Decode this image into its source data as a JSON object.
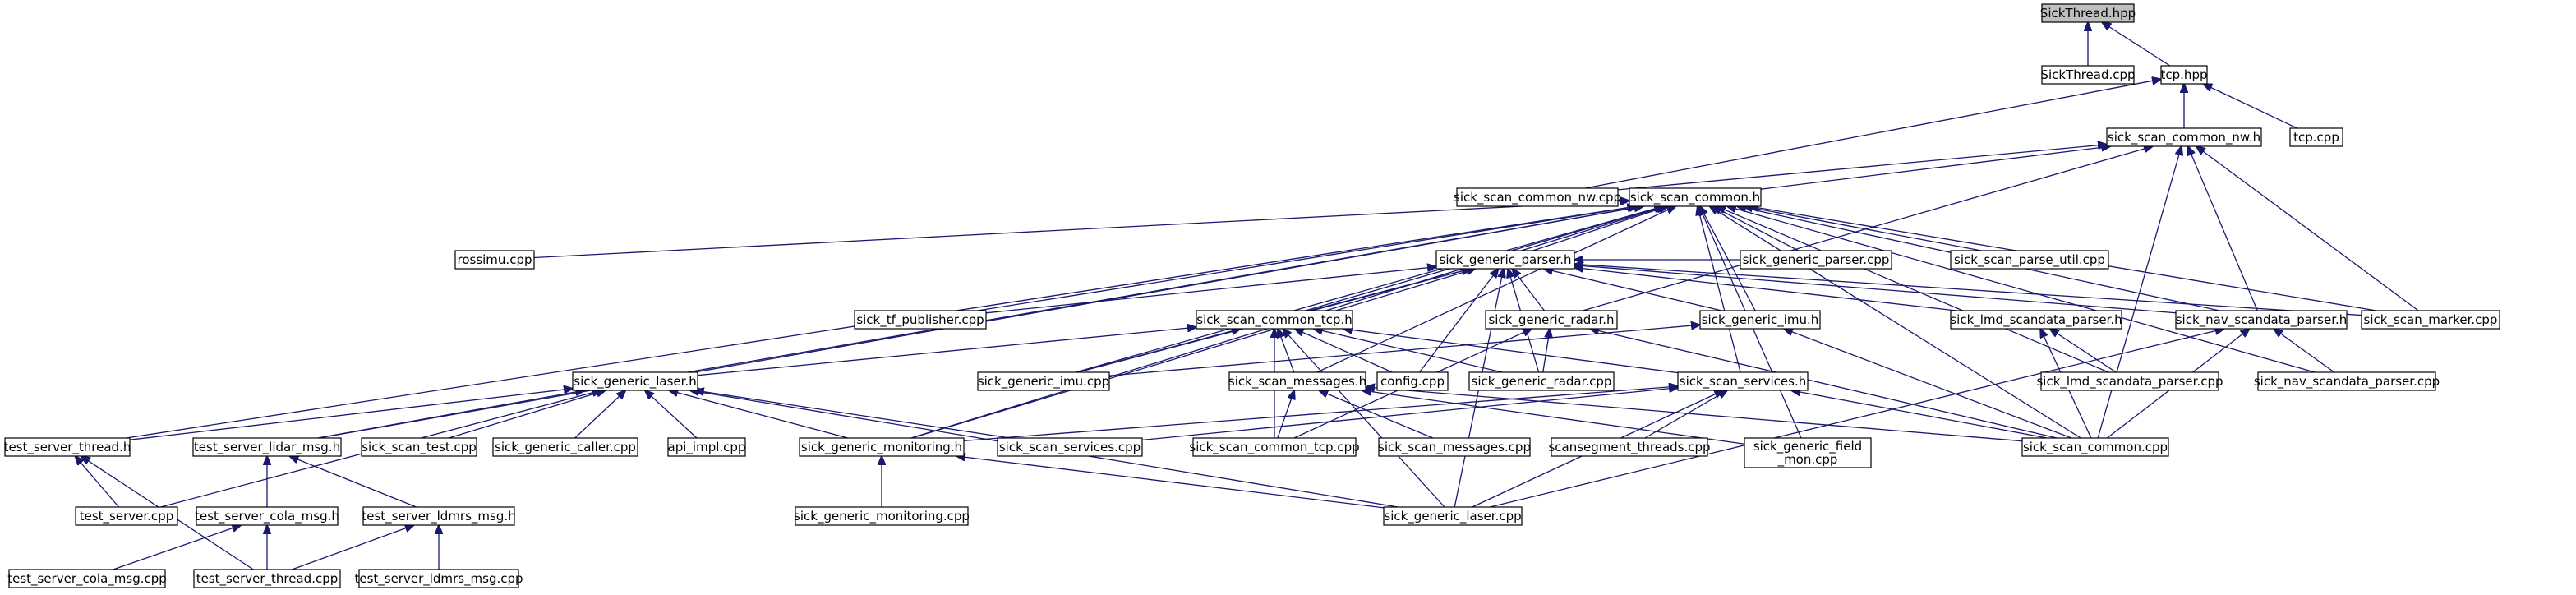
{
  "diagram": {
    "title": "",
    "nodes": [
      {
        "id": "sickthread_hpp",
        "label": "SickThread.hpp",
        "root": true
      },
      {
        "id": "sickthread_cpp",
        "label": "SickThread.cpp"
      },
      {
        "id": "tcp_hpp",
        "label": "tcp.hpp"
      },
      {
        "id": "sick_scan_common_nw_h",
        "label": "sick_scan_common_nw.h"
      },
      {
        "id": "tcp_cpp",
        "label": "tcp.cpp"
      },
      {
        "id": "sick_scan_common_nw_cpp",
        "label": "sick_scan_common_nw.cpp"
      },
      {
        "id": "sick_scan_common_h",
        "label": "sick_scan_common.h"
      },
      {
        "id": "rossimu_cpp",
        "label": "rossimu.cpp"
      },
      {
        "id": "sick_generic_parser_h",
        "label": "sick_generic_parser.h"
      },
      {
        "id": "sick_generic_parser_cpp",
        "label": "sick_generic_parser.cpp"
      },
      {
        "id": "sick_scan_parse_util_cpp",
        "label": "sick_scan_parse_util.cpp"
      },
      {
        "id": "sick_tf_publisher_cpp",
        "label": "sick_tf_publisher.cpp"
      },
      {
        "id": "sick_scan_common_tcp_h",
        "label": "sick_scan_common_tcp.h"
      },
      {
        "id": "sick_generic_radar_h",
        "label": "sick_generic_radar.h"
      },
      {
        "id": "sick_generic_imu_h",
        "label": "sick_generic_imu.h"
      },
      {
        "id": "sick_lmd_scandata_parser_h",
        "label": "sick_lmd_scandata_parser.h"
      },
      {
        "id": "sick_nav_scandata_parser_h",
        "label": "sick_nav_scandata_parser.h"
      },
      {
        "id": "sick_scan_marker_cpp",
        "label": "sick_scan_marker.cpp"
      },
      {
        "id": "sick_generic_laser_h",
        "label": "sick_generic_laser.h"
      },
      {
        "id": "sick_generic_imu_cpp",
        "label": "sick_generic_imu.cpp"
      },
      {
        "id": "sick_scan_messages_h",
        "label": "sick_scan_messages.h"
      },
      {
        "id": "config_cpp",
        "label": "config.cpp"
      },
      {
        "id": "sick_generic_radar_cpp",
        "label": "sick_generic_radar.cpp"
      },
      {
        "id": "sick_scan_services_h",
        "label": "sick_scan_services.h"
      },
      {
        "id": "sick_lmd_scandata_parser_cpp",
        "label": "sick_lmd_scandata_parser.cpp"
      },
      {
        "id": "sick_nav_scandata_parser_cpp",
        "label": "sick_nav_scandata_parser.cpp"
      },
      {
        "id": "test_server_thread_h",
        "label": "test_server_thread.h"
      },
      {
        "id": "test_server_lidar_msg_h",
        "label": "test_server_lidar_msg.h"
      },
      {
        "id": "sick_scan_test_cpp",
        "label": "sick_scan_test.cpp"
      },
      {
        "id": "sick_generic_caller_cpp",
        "label": "sick_generic_caller.cpp"
      },
      {
        "id": "api_impl_cpp",
        "label": "api_impl.cpp"
      },
      {
        "id": "sick_generic_monitoring_h",
        "label": "sick_generic_monitoring.h"
      },
      {
        "id": "sick_scan_services_cpp",
        "label": "sick_scan_services.cpp"
      },
      {
        "id": "sick_scan_common_tcp_cpp",
        "label": "sick_scan_common_tcp.cpp"
      },
      {
        "id": "sick_scan_messages_cpp",
        "label": "sick_scan_messages.cpp"
      },
      {
        "id": "scansegment_threads_cpp",
        "label": "scansegment_threads.cpp"
      },
      {
        "id": "sick_generic_field_mon_cpp",
        "label": "sick_generic_field\n_mon.cpp"
      },
      {
        "id": "sick_scan_common_cpp",
        "label": "sick_scan_common.cpp"
      },
      {
        "id": "test_server_cpp",
        "label": "test_server.cpp"
      },
      {
        "id": "test_server_cola_msg_h",
        "label": "test_server_cola_msg.h"
      },
      {
        "id": "test_server_ldmrs_msg_h",
        "label": "test_server_ldmrs_msg.h"
      },
      {
        "id": "sick_generic_monitoring_cpp",
        "label": "sick_generic_monitoring.cpp"
      },
      {
        "id": "sick_generic_laser_cpp",
        "label": "sick_generic_laser.cpp"
      },
      {
        "id": "test_server_cola_msg_cpp",
        "label": "test_server_cola_msg.cpp"
      },
      {
        "id": "test_server_thread_cpp",
        "label": "test_server_thread.cpp"
      },
      {
        "id": "test_server_ldmrs_msg_cpp",
        "label": "test_server_ldmrs_msg.cpp"
      }
    ],
    "edges": [
      [
        "sickthread_cpp",
        "sickthread_hpp"
      ],
      [
        "tcp_hpp",
        "sickthread_hpp"
      ],
      [
        "sick_scan_common_nw_cpp",
        "tcp_hpp"
      ],
      [
        "sick_scan_common_nw_h",
        "tcp_hpp"
      ],
      [
        "tcp_cpp",
        "tcp_hpp"
      ],
      [
        "sick_scan_common_h",
        "sick_scan_common_nw_h"
      ],
      [
        "sick_scan_common_nw_cpp",
        "sick_scan_common_nw_h"
      ],
      [
        "sick_generic_radar_h",
        "sick_scan_common_nw_h"
      ],
      [
        "sick_nav_scandata_parser_h",
        "sick_scan_common_nw_h"
      ],
      [
        "sick_scan_marker_cpp",
        "sick_scan_common_nw_h"
      ],
      [
        "sick_scan_common_cpp",
        "sick_scan_common_nw_h"
      ],
      [
        "rossimu_cpp",
        "sick_scan_common_h"
      ],
      [
        "sick_generic_parser_h",
        "sick_scan_common_h"
      ],
      [
        "sick_generic_parser_cpp",
        "sick_scan_common_h"
      ],
      [
        "sick_scan_parse_util_cpp",
        "sick_scan_common_h"
      ],
      [
        "sick_tf_publisher_cpp",
        "sick_scan_common_h"
      ],
      [
        "sick_scan_common_tcp_h",
        "sick_scan_common_h"
      ],
      [
        "sick_generic_imu_h",
        "sick_scan_common_h"
      ],
      [
        "sick_nav_scandata_parser_h",
        "sick_scan_common_h"
      ],
      [
        "sick_scan_marker_cpp",
        "sick_scan_common_h"
      ],
      [
        "sick_generic_laser_h",
        "sick_scan_common_h"
      ],
      [
        "sick_generic_imu_cpp",
        "sick_scan_common_h"
      ],
      [
        "sick_scan_messages_h",
        "sick_scan_common_h"
      ],
      [
        "sick_scan_services_h",
        "sick_scan_common_h"
      ],
      [
        "sick_lmd_scandata_parser_cpp",
        "sick_scan_common_h"
      ],
      [
        "sick_nav_scandata_parser_cpp",
        "sick_scan_common_h"
      ],
      [
        "test_server_thread_h",
        "sick_scan_common_h"
      ],
      [
        "test_server_lidar_msg_h",
        "sick_scan_common_h"
      ],
      [
        "sick_generic_monitoring_h",
        "sick_scan_common_h"
      ],
      [
        "sick_generic_field_mon_cpp",
        "sick_scan_common_h"
      ],
      [
        "sick_scan_common_cpp",
        "sick_scan_common_h"
      ],
      [
        "sick_generic_parser_cpp",
        "sick_generic_parser_h"
      ],
      [
        "sick_tf_publisher_cpp",
        "sick_generic_parser_h"
      ],
      [
        "sick_scan_common_tcp_h",
        "sick_generic_parser_h"
      ],
      [
        "sick_generic_radar_h",
        "sick_generic_parser_h"
      ],
      [
        "sick_generic_imu_h",
        "sick_generic_parser_h"
      ],
      [
        "sick_lmd_scandata_parser_h",
        "sick_generic_parser_h"
      ],
      [
        "sick_nav_scandata_parser_h",
        "sick_generic_parser_h"
      ],
      [
        "sick_scan_marker_cpp",
        "sick_generic_parser_h"
      ],
      [
        "sick_generic_imu_cpp",
        "sick_generic_parser_h"
      ],
      [
        "config_cpp",
        "sick_generic_parser_h"
      ],
      [
        "sick_generic_radar_cpp",
        "sick_generic_parser_h"
      ],
      [
        "sick_generic_monitoring_h",
        "sick_generic_parser_h"
      ],
      [
        "sick_generic_laser_cpp",
        "sick_generic_parser_h"
      ],
      [
        "sick_generic_laser_h",
        "sick_scan_common_tcp_h"
      ],
      [
        "sick_generic_imu_cpp",
        "sick_scan_common_tcp_h"
      ],
      [
        "sick_scan_messages_h",
        "sick_scan_common_tcp_h"
      ],
      [
        "config_cpp",
        "sick_scan_common_tcp_h"
      ],
      [
        "sick_generic_radar_cpp",
        "sick_scan_common_tcp_h"
      ],
      [
        "sick_scan_services_h",
        "sick_scan_common_tcp_h"
      ],
      [
        "sick_scan_common_tcp_cpp",
        "sick_scan_common_tcp_h"
      ],
      [
        "sick_generic_laser_cpp",
        "sick_scan_common_tcp_h"
      ],
      [
        "sick_generic_radar_cpp",
        "sick_generic_radar_h"
      ],
      [
        "sick_scan_common_tcp_cpp",
        "sick_generic_radar_h"
      ],
      [
        "sick_scan_common_cpp",
        "sick_generic_radar_h"
      ],
      [
        "sick_generic_imu_cpp",
        "sick_generic_imu_h"
      ],
      [
        "sick_scan_common_cpp",
        "sick_generic_imu_h"
      ],
      [
        "sick_lmd_scandata_parser_cpp",
        "sick_lmd_scandata_parser_h"
      ],
      [
        "sick_scan_common_cpp",
        "sick_lmd_scandata_parser_h"
      ],
      [
        "sick_nav_scandata_parser_cpp",
        "sick_nav_scandata_parser_h"
      ],
      [
        "sick_scan_common_cpp",
        "sick_nav_scandata_parser_h"
      ],
      [
        "sick_generic_laser_cpp",
        "sick_nav_scandata_parser_h"
      ],
      [
        "test_server_thread_h",
        "sick_generic_laser_h"
      ],
      [
        "test_server_lidar_msg_h",
        "sick_generic_laser_h"
      ],
      [
        "sick_scan_test_cpp",
        "sick_generic_laser_h"
      ],
      [
        "sick_generic_caller_cpp",
        "sick_generic_laser_h"
      ],
      [
        "api_impl_cpp",
        "sick_generic_laser_h"
      ],
      [
        "sick_generic_monitoring_h",
        "sick_generic_laser_h"
      ],
      [
        "sick_scan_services_cpp",
        "sick_generic_laser_h"
      ],
      [
        "sick_generic_laser_cpp",
        "sick_generic_laser_h"
      ],
      [
        "test_server_cpp",
        "sick_generic_laser_h"
      ],
      [
        "sick_scan_common_tcp_cpp",
        "sick_scan_messages_h"
      ],
      [
        "sick_scan_messages_cpp",
        "sick_scan_messages_h"
      ],
      [
        "sick_generic_field_mon_cpp",
        "sick_scan_messages_h"
      ],
      [
        "sick_scan_common_cpp",
        "sick_scan_messages_h"
      ],
      [
        "sick_scan_services_cpp",
        "sick_scan_services_h"
      ],
      [
        "scansegment_threads_cpp",
        "sick_scan_services_h"
      ],
      [
        "sick_scan_common_cpp",
        "sick_scan_services_h"
      ],
      [
        "sick_generic_laser_cpp",
        "sick_scan_services_h"
      ],
      [
        "sick_generic_monitoring_h",
        "sick_scan_services_h"
      ],
      [
        "test_server_cpp",
        "test_server_thread_h"
      ],
      [
        "test_server_thread_cpp",
        "test_server_thread_h"
      ],
      [
        "test_server_cola_msg_h",
        "test_server_lidar_msg_h"
      ],
      [
        "test_server_ldmrs_msg_h",
        "test_server_lidar_msg_h"
      ],
      [
        "sick_generic_monitoring_cpp",
        "sick_generic_monitoring_h"
      ],
      [
        "sick_generic_laser_cpp",
        "sick_generic_monitoring_h"
      ],
      [
        "test_server_cola_msg_cpp",
        "test_server_cola_msg_h"
      ],
      [
        "test_server_thread_cpp",
        "test_server_cola_msg_h"
      ],
      [
        "test_server_thread_cpp",
        "test_server_ldmrs_msg_h"
      ],
      [
        "test_server_ldmrs_msg_cpp",
        "test_server_ldmrs_msg_h"
      ]
    ]
  }
}
